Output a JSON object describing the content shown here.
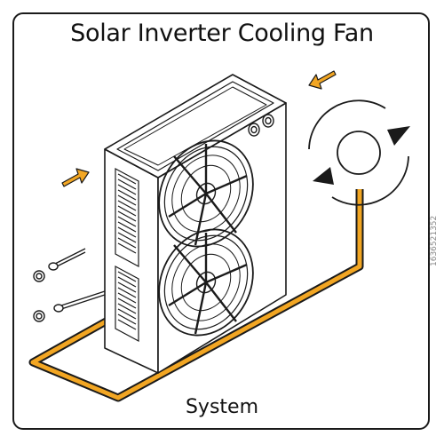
{
  "diagram": {
    "title": "Solar Inverter Cooling Fan",
    "caption": "System",
    "watermark": "1636521352"
  },
  "colors": {
    "line": "#1a1a1a",
    "pipe": "#f2a623",
    "fill": "#ffffff"
  }
}
